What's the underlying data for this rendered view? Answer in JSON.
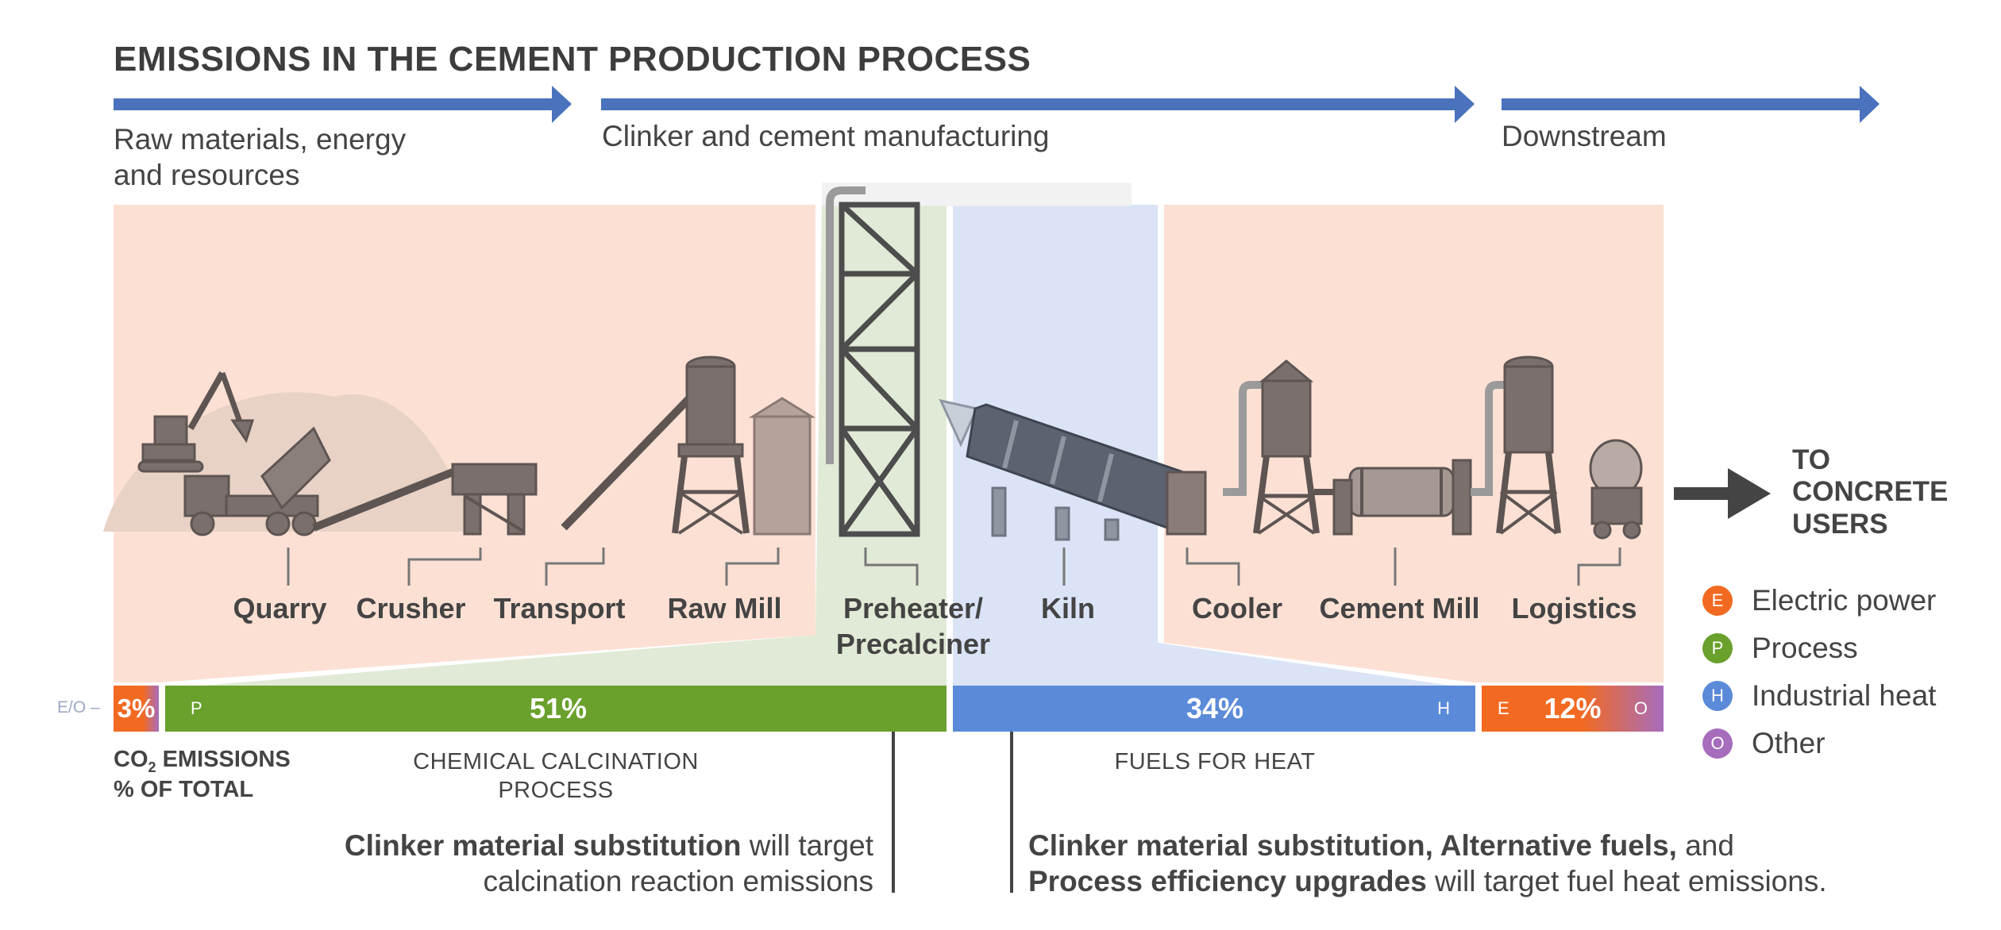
{
  "title": "EMISSIONS IN THE CEMENT PRODUCTION PROCESS",
  "stages": [
    {
      "label_line1": "Raw materials, energy",
      "label_line2": "and resources"
    },
    {
      "label": "Clinker and cement manufacturing"
    },
    {
      "label": "Downstream"
    }
  ],
  "steps": [
    "Quarry",
    "Crusher",
    "Transport",
    "Raw Mill",
    "Preheater/",
    "Precalciner",
    "Kiln",
    "Cooler",
    "Cement Mill",
    "Logistics"
  ],
  "destination": {
    "line1": "TO",
    "line2": "CONCRETE",
    "line3": "USERS"
  },
  "emissions_bar": {
    "prefix": "E/O –",
    "segments": [
      {
        "pct": "3%",
        "share": 3,
        "letters": "E/O",
        "colors": [
          "#f26a21",
          "#a66dbd"
        ]
      },
      {
        "pct": "51%",
        "share": 51,
        "letter": "P",
        "color": "#6aa02c"
      },
      {
        "pct": "34%",
        "share": 34,
        "letter": "H",
        "color": "#5b8ad8"
      },
      {
        "pct": "12%",
        "share": 12,
        "letter_left": "E",
        "letter_right": "O",
        "colors": [
          "#f26a21",
          "#a66dbd"
        ]
      }
    ]
  },
  "axis_label": {
    "line1_pre": "CO",
    "line1_sub": "2",
    "line1_post": " EMISSIONS",
    "line2": "% OF TOTAL"
  },
  "process_label": {
    "line1": "CHEMICAL CALCINATION",
    "line2": "PROCESS"
  },
  "heat_label": "FUELS FOR HEAT",
  "notes": {
    "left": {
      "bold": "Clinker material substitution",
      "rest1": " will target",
      "line2": "calcination reaction emissions"
    },
    "right": {
      "bold1": "Clinker material substitution, Alternative fuels,",
      "rest1": " and",
      "bold2": "Process efficiency upgrades",
      "rest2": " will target fuel heat emissions."
    }
  },
  "legend": [
    {
      "letter": "E",
      "label": "Electric power",
      "color": "#f26a21"
    },
    {
      "letter": "P",
      "label": "Process",
      "color": "#6aa02c"
    },
    {
      "letter": "H",
      "label": "Industrial heat",
      "color": "#5b8ad8"
    },
    {
      "letter": "O",
      "label": "Other",
      "color": "#a66dbd"
    }
  ],
  "colors": {
    "arrow_blue": "#4a72bd",
    "panel_peach": "#fde0d4",
    "panel_green": "#e1ead6",
    "panel_blue": "#dbe4f6",
    "machinery": "#7a6f6c"
  }
}
